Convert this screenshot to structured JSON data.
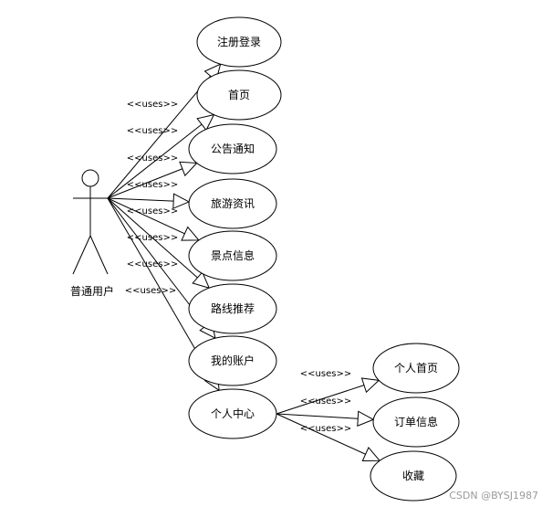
{
  "actor": {
    "label": "普通用户"
  },
  "use_cases": [
    {
      "id": "register-login",
      "label": "注册登录"
    },
    {
      "id": "home",
      "label": "首页"
    },
    {
      "id": "announcements",
      "label": "公告通知"
    },
    {
      "id": "travel-news",
      "label": "旅游资讯"
    },
    {
      "id": "scenic-info",
      "label": "景点信息"
    },
    {
      "id": "route-recommend",
      "label": "路线推荐"
    },
    {
      "id": "my-account",
      "label": "我的账户"
    },
    {
      "id": "personal-center",
      "label": "个人中心"
    }
  ],
  "sub_use_cases": [
    {
      "id": "personal-home",
      "label": "个人首页"
    },
    {
      "id": "order-info",
      "label": "订单信息"
    },
    {
      "id": "favorites",
      "label": "收藏"
    }
  ],
  "relationship_label": "<<uses>>",
  "watermark": "CSDN @BYSJ1987"
}
